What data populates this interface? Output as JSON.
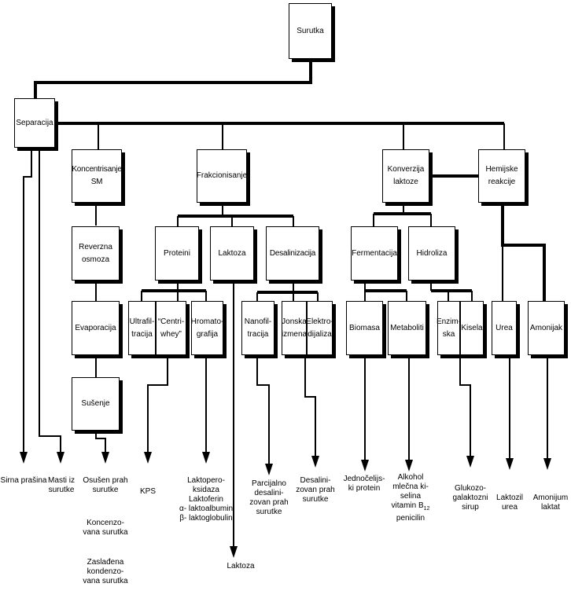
{
  "nodes": {
    "surutka": "Surutka",
    "separacija": "Separacija",
    "koncentrisanje": "Koncentrisanje\nSM",
    "frakcionisanje": "Frakcionisanje",
    "konverzija": "Konverzija\nlaktoze",
    "hemijske": "Hemijske\nreakcije",
    "reverzna": "Reverzna\nosmoza",
    "evaporacija": "Evaporacija",
    "susenje": "Sušenje",
    "proteini": "Proteini",
    "laktoza": "Laktoza",
    "desalinizacija": "Desalinizacija",
    "fermentacija": "Fermentacija",
    "hidroliza": "Hidroliza",
    "ultrafiltracija": "Ultrafil-\ntracija",
    "centriwhey": "“Centri-\nwhey”",
    "hromatografija": "Hromato-\ngrafija",
    "nanofiltracija": "Nanofil-\ntracija",
    "jonska": "Jonska\nizmena",
    "elektrodijaliza": "Elektro-\ndijaliza",
    "biomasa": "Biomasa",
    "metaboliti": "Metaboliti",
    "enzimska": "Enzim-\nska",
    "kisela": "Kisela",
    "urea": "Urea",
    "amonijak": "Amonijak"
  },
  "outputs": {
    "sirna_prasina": "Sirna prašina",
    "masti": "Masti iz\nsurutke",
    "osusen": "Osušen prah\nsurutke",
    "koncentrovana": "Koncenzo-\nvana surutka",
    "zasladena": "Zaslađena\nkondenzo-\nvana surutka",
    "kps": "KPS",
    "laktoperoksidaza": "Laktopero-\nksidaza\nLaktoferin\nα- laktoalbumin\nβ- laktoglobulin",
    "laktoza_out": "Laktoza",
    "parcijalno": "Parcijalno\ndesalini-\nzovan prah\nsurutke",
    "desalinizovan": "Desalini-\nzovan prah\nsurutke",
    "jednocelijski": "Jednočelijs-\nki protein",
    "alkohol": "Alkohol\nmlečna ki-\nselina\nvitamin B",
    "vitamin_sub": "12",
    "penicilin": "penicilin",
    "glukozo": "Glukozo-\ngalaktozni\nsirup",
    "laktozil": "Laktozil\nurea",
    "amonijum": "Amonijum\nlaktat"
  }
}
